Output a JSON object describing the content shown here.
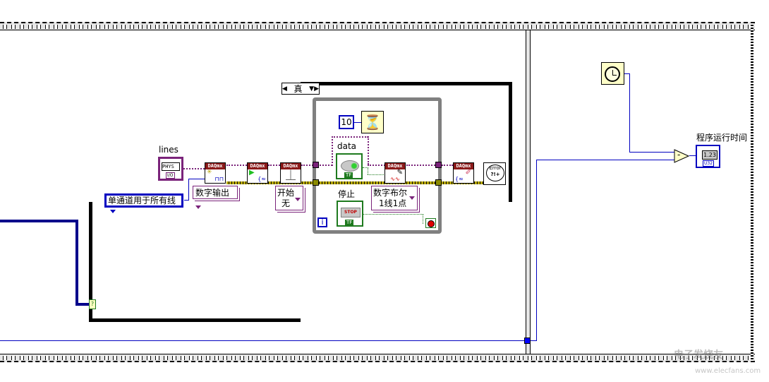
{
  "case_selector": {
    "value": "真"
  },
  "controls": {
    "physical_channel": {
      "label": "lines",
      "icon_text": "PHYS",
      "sub": "I/O"
    },
    "channel_grouping": {
      "value": "单通道用于所有线"
    },
    "digital_output": {
      "value": "数字输出"
    },
    "trigger_type": {
      "line1": "开始",
      "line2": "无"
    },
    "wait_ms": {
      "value": "10"
    },
    "data_bool": {
      "label": "data",
      "sub": "TF"
    },
    "stop_bool": {
      "label": "停止",
      "button_text": "STOP",
      "sub": "TF"
    },
    "write_type": {
      "line1": "数字布尔",
      "line2": "1线1点"
    },
    "loop_iteration": {
      "value": "i"
    }
  },
  "vis": {
    "create_channel": {
      "header": "DAQmx"
    },
    "start_task": {
      "header": "DAQmx"
    },
    "trigger": {
      "header": "DAQmx"
    },
    "write": {
      "header": "DAQmx"
    },
    "clear_task": {
      "header": "DAQmx"
    },
    "error_handler": {
      "text": "Error",
      "sub": "?!+"
    }
  },
  "right_frame": {
    "subtract_symbol": "-",
    "indicator": {
      "label": "程序运行时间",
      "display": "1.23",
      "sub": "U32"
    }
  },
  "watermark": {
    "cn": "电子发烧友",
    "url": "www.elecfans.com"
  },
  "colors": {
    "wire_blue": "#0000c0",
    "error_wire": "#b8a800",
    "task_wire": "#7a237a",
    "bool_green": "#1e7a1e",
    "daq_header": "#8b1a1a"
  }
}
